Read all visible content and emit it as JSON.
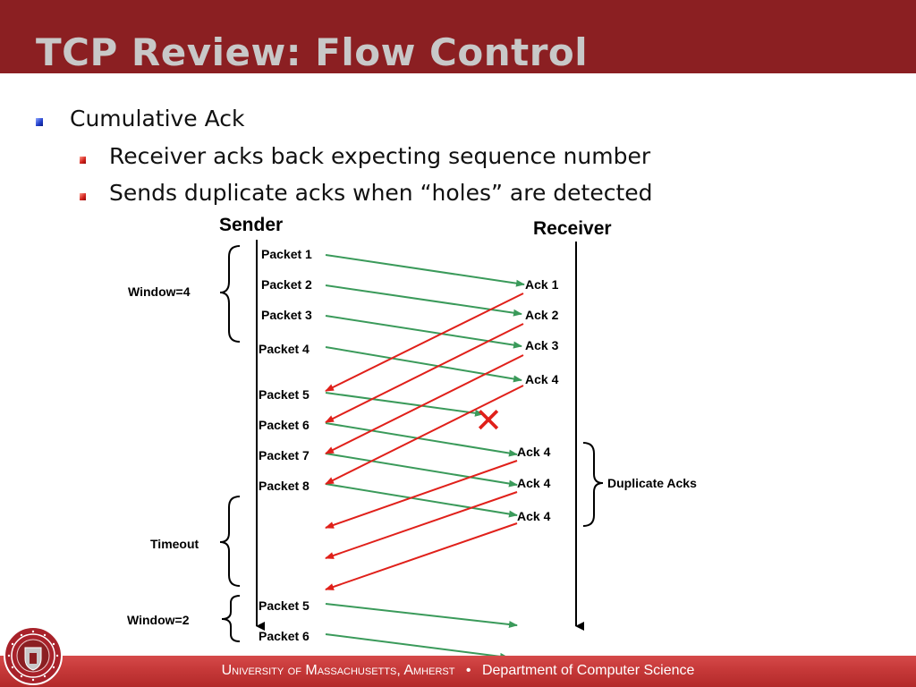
{
  "slide": {
    "title": "TCP Review: Flow Control",
    "bullets": {
      "level1": "Cumulative Ack",
      "level2": [
        "Receiver acks back expecting sequence number",
        "Sends duplicate acks when “holes” are detected"
      ]
    }
  },
  "diagram": {
    "sender_label": "Sender",
    "receiver_label": "Receiver",
    "sender_packets": [
      "Packet 1",
      "Packet 2",
      "Packet 3",
      "Packet 4",
      "Packet 5",
      "Packet 6",
      "Packet 7",
      "Packet 8",
      "Packet 5",
      "Packet 6"
    ],
    "receiver_acks": [
      "Ack 1",
      "Ack 2",
      "Ack 3",
      "Ack 4",
      "Ack 4",
      "Ack 4",
      "Ack 4"
    ],
    "brace_labels": {
      "window4": "Window=4",
      "timeout": "Timeout",
      "window2": "Window=2",
      "duplicate_acks": "Duplicate Acks"
    },
    "loss_marker": "✕",
    "colors": {
      "packet_arrow": "#3a9a5a",
      "ack_arrow": "#e0201a",
      "loss_marker": "#e0201a",
      "timeline": "#000000"
    }
  },
  "footer": {
    "institution": "University of Massachusetts, Amherst",
    "separator": "•",
    "department": "Department of Computer Science"
  }
}
